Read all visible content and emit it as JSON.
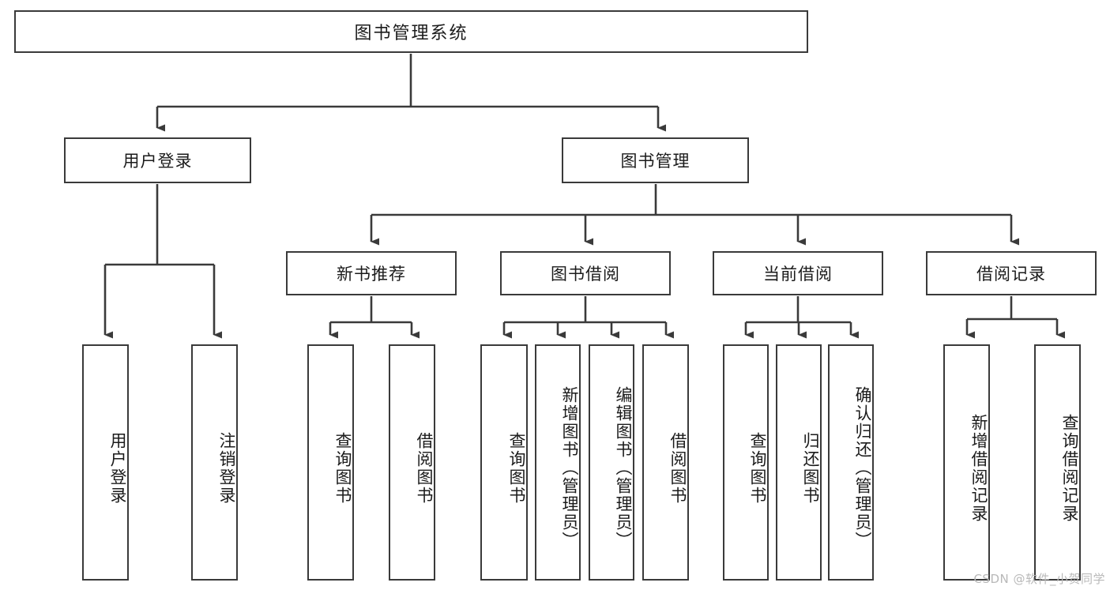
{
  "diagram": {
    "type": "tree",
    "title": "图书管理系统",
    "orientation": "top-down",
    "edge_style": "orthogonal-arrow",
    "colors": {
      "box_border": "#3a3a3a",
      "box_fill": "#ffffff",
      "line": "#3a3a3a",
      "text": "#1b1b1b",
      "watermark": "#b9b9b9"
    },
    "root": {
      "label": "图书管理系统"
    },
    "level2": [
      {
        "label": "用户登录"
      },
      {
        "label": "图书管理"
      }
    ],
    "level3": [
      {
        "label": "新书推荐"
      },
      {
        "label": "图书借阅"
      },
      {
        "label": "当前借阅"
      },
      {
        "label": "借阅记录"
      }
    ],
    "leaves": {
      "user_login": [
        {
          "label": "用户登录"
        },
        {
          "label": "注销登录"
        }
      ],
      "new_book_recommend": [
        {
          "label": "查询图书"
        },
        {
          "label": "借阅图书"
        }
      ],
      "book_borrow": [
        {
          "label": "查询图书"
        },
        {
          "label": "新增图书（管理员）"
        },
        {
          "label": "编辑图书（管理员）"
        },
        {
          "label": "借阅图书"
        }
      ],
      "current_borrow": [
        {
          "label": "查询图书"
        },
        {
          "label": "归还图书"
        },
        {
          "label": "确认归还（管理员）"
        }
      ],
      "borrow_record": [
        {
          "label": "新增借阅记录"
        },
        {
          "label": "查询借阅记录"
        }
      ]
    }
  },
  "watermark": {
    "text": "CSDN @软件_小贺同学"
  }
}
